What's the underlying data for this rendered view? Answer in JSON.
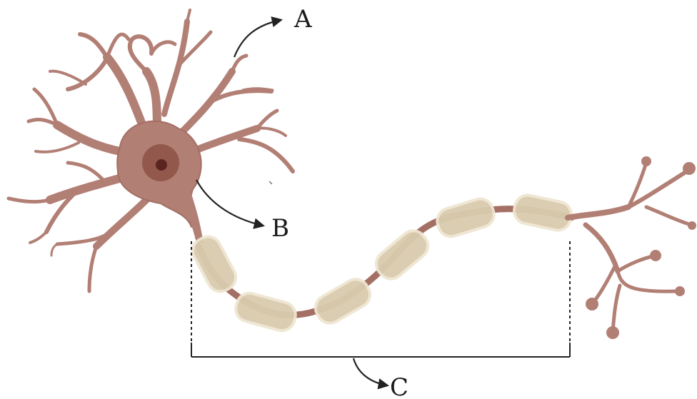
{
  "labels": {
    "a": "A",
    "b": "B",
    "c": "C"
  },
  "colors": {
    "neuron_fill": "#b27f75",
    "neuron_edge": "#9a665c",
    "nucleus": "#8e5448",
    "nucleolus": "#5a2520",
    "myelin_fill": "#d9cbae",
    "myelin_edge": "#eee4cf",
    "line": "#222222"
  },
  "icons": {
    "arrows": "curved-arrow-icon"
  }
}
